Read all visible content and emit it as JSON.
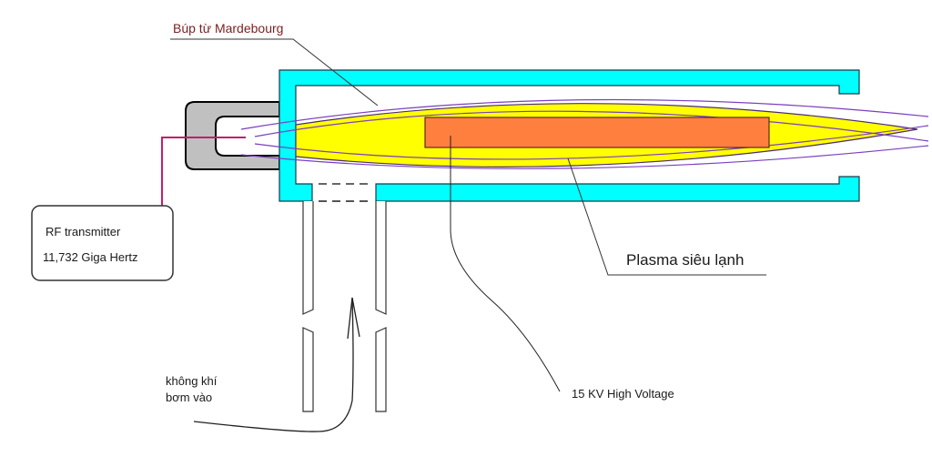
{
  "diagram": {
    "title_label": "Búp từ Mardebourg",
    "rf_box": {
      "line1": "RF transmitter",
      "line2": "11,732 Giga Hertz"
    },
    "plasma_label": "Plasma siêu lạnh",
    "voltage_label": "15 KV High Voltage",
    "air_label": {
      "line1": "không khí",
      "line2": "bơm vào"
    }
  },
  "colors": {
    "chamber": "#00ffff",
    "plasma": "#ffff00",
    "electrode": "#ff7f3f",
    "magnet": "#c0c0c0",
    "rf_wire": "#c0206a",
    "field_lines": "#7a3fbf",
    "label_red": "#7a1f1f"
  }
}
